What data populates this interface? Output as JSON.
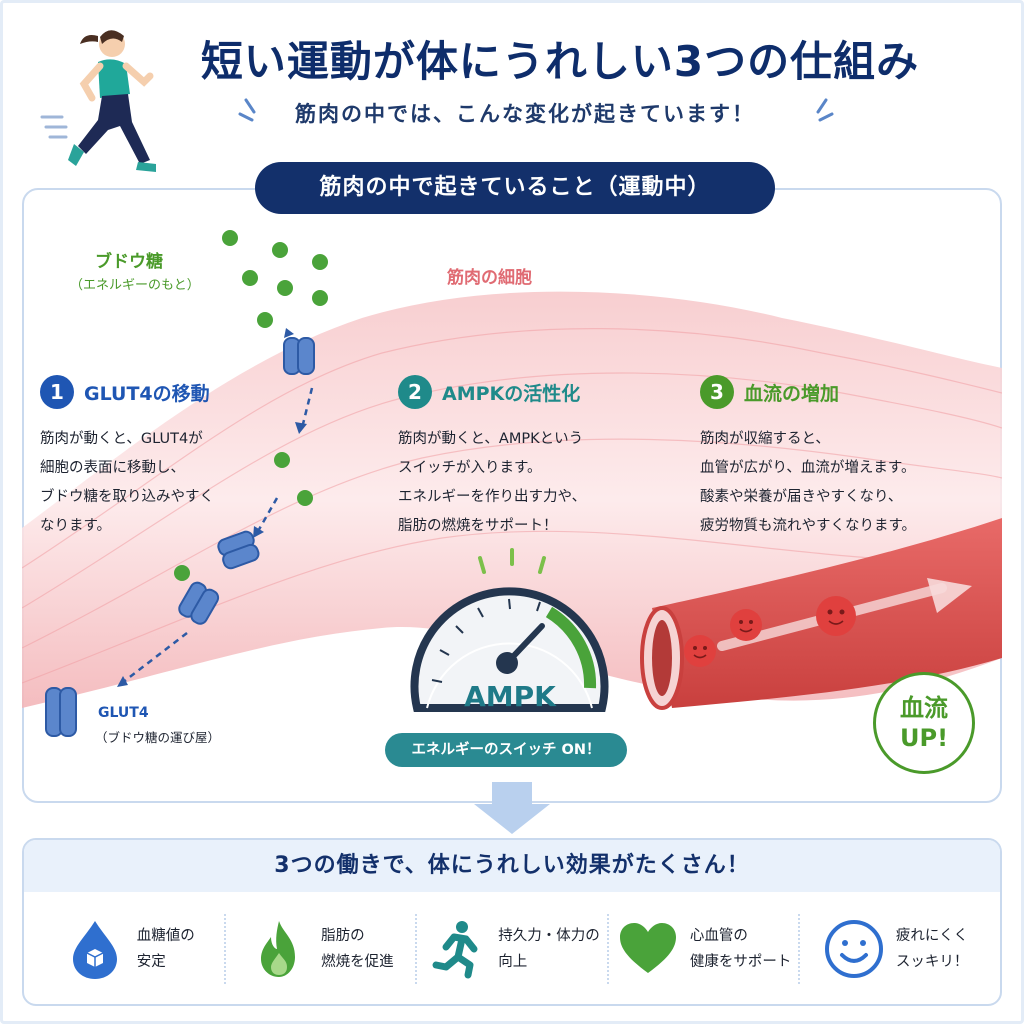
{
  "header": {
    "title": "短い運動が体にうれしい3つの仕組み",
    "subtitle": "筋肉の中では、こんな変化が起きています！"
  },
  "main": {
    "banner": "筋肉の中で起きていること（運動中）",
    "glucose_label": "ブドウ糖",
    "glucose_sub": "（エネルギーのもと）",
    "cell_label": "筋肉の細胞",
    "steps": [
      {
        "num": "1",
        "title": "GLUT4の移動",
        "body": "筋肉が動くと、GLUT4が\n細胞の表面に移動し、\nブドウ糖を取り込みやすく\nなります。"
      },
      {
        "num": "2",
        "title": "AMPKの活性化",
        "body": "筋肉が動くと、AMPKという\nスイッチが入ります。\nエネルギーを作り出す力や、\n脂肪の燃焼をサポート！"
      },
      {
        "num": "3",
        "title": "血流の増加",
        "body": "筋肉が収縮すると、\n血管が広がり、血流が増えます。\n酸素や栄養が届きやすくなり、\n疲労物質も流れやすくなります。"
      }
    ],
    "glut_label": "GLUT4",
    "glut_sub": "（ブドウ糖の運び屋）",
    "gauge_label": "AMPK",
    "switch_label": "エネルギーのスイッチ ON！",
    "flow_badge_line1": "血流",
    "flow_badge_line2": "UP!"
  },
  "bottom": {
    "heading": "3つの働きで、体にうれしい効果がたくさん！",
    "benefits": [
      {
        "icon": "blood-drop-icon",
        "text": "血糖値の\n安定"
      },
      {
        "icon": "flame-icon",
        "text": "脂肪の\n燃焼を促進"
      },
      {
        "icon": "runner-icon",
        "text": "持久力・体力の\n向上"
      },
      {
        "icon": "heart-icon",
        "text": "心血管の\n健康をサポート"
      },
      {
        "icon": "smile-icon",
        "text": "疲れにくく\nスッキリ！"
      }
    ]
  },
  "colors": {
    "navy": "#13306b",
    "blue": "#1f56b3",
    "teal": "#1f8a8a",
    "green": "#4a9a2a",
    "muscle": "#f3b5b8",
    "vessel": "#d9534f"
  }
}
